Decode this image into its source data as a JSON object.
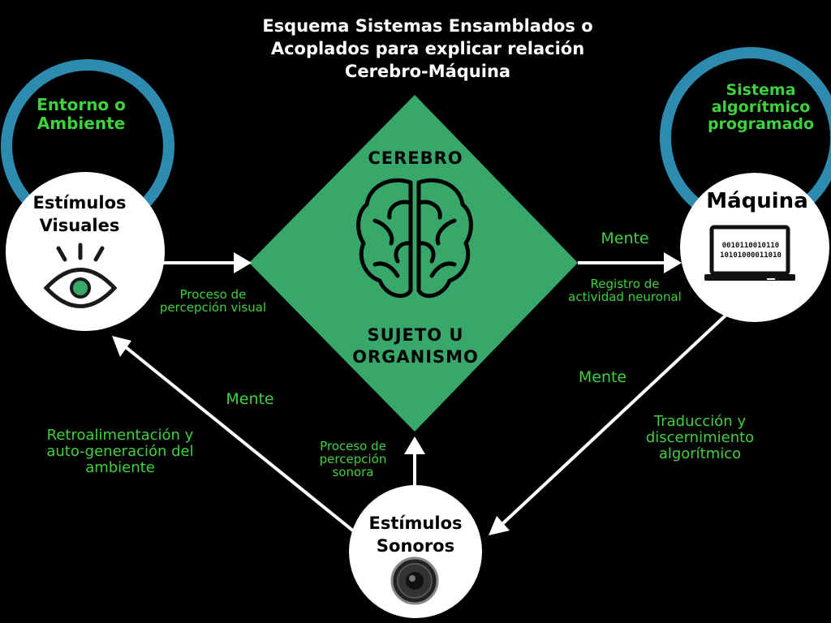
{
  "title": {
    "line1": "Esquema Sistemas Ensamblados o",
    "line2": "Acoplados para explicar relación",
    "line3": "Cerebro-Máquina"
  },
  "environment": {
    "line1": "Entorno o",
    "line2": "Ambiente"
  },
  "system": {
    "line1": "Sistema",
    "line2": "algorítmico",
    "line3": "programado"
  },
  "brain": {
    "title": "CEREBRO",
    "subtitle_line1": "SUJETO U",
    "subtitle_line2": "ORGANISMO",
    "icon": "brain-icon"
  },
  "nodes": {
    "visual": {
      "line1": "Estímulos",
      "line2": "Visuales",
      "icon": "eye-icon"
    },
    "machine": {
      "label": "Máquina",
      "icon": "laptop-icon",
      "binary1": "0010110010110",
      "binary2": "10101000011010"
    },
    "sound": {
      "line1": "Estímulos",
      "line2": "Sonoros",
      "icon": "speaker-icon"
    }
  },
  "labels": {
    "visual_process": {
      "line1": "Proceso de",
      "line2": "percepción visual"
    },
    "mente_top": "Mente",
    "neural_record": {
      "line1": "Registro de",
      "line2": "actividad neuronal"
    },
    "mente_right": "Mente",
    "translation": {
      "line1": "Traducción y",
      "line2": "discernimiento",
      "line3": "algorítmico"
    },
    "mente_left": "Mente",
    "feedback": {
      "line1": "Retroalimentación y",
      "line2": "auto-generación del",
      "line3": "ambiente"
    },
    "sound_process": {
      "line1": "Proceso de",
      "line2": "percepción",
      "line3": "sonora"
    }
  },
  "colors": {
    "background": "#000000",
    "diamond": "#37a86a",
    "ring": "#2e8bb0",
    "label_green": "#3fd13d",
    "node": "#ffffff",
    "arrow": "#ffffff"
  }
}
